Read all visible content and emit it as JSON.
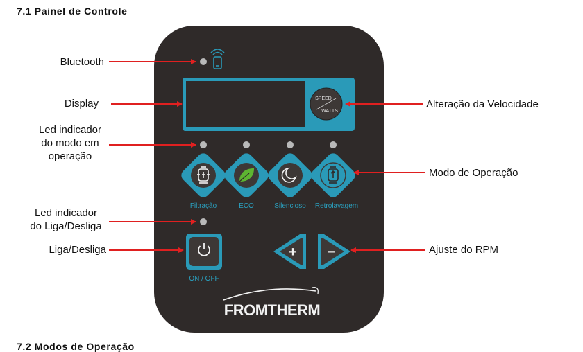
{
  "section": {
    "title": "7.1 Painel de Controle",
    "next_title": "7.2 Modos de Operação"
  },
  "callouts": {
    "bluetooth": "Bluetooth",
    "display": "Display",
    "mode_led_line1": "Led indicador",
    "mode_led_line2": "do modo em",
    "mode_led_line3": "operação",
    "power_led_line1": "Led indicador",
    "power_led_line2": "do Liga/Desliga",
    "power": "Liga/Desliga",
    "speed": "Alteração da Velocidade",
    "modes": "Modo de Operação",
    "rpm": "Ajuste do RPM"
  },
  "panel": {
    "speed_button_top": "SPEED",
    "speed_button_bottom": "WATTS",
    "modes": [
      {
        "label": "Filtração",
        "icon": "filter-icon"
      },
      {
        "label": "ECO",
        "icon": "leaf-icon"
      },
      {
        "label": "Silencioso",
        "icon": "moon-icon"
      },
      {
        "label": "Retrolavagem",
        "icon": "backwash-icon"
      }
    ],
    "power_label": "ON / OFF",
    "plus_symbol": "+",
    "minus_symbol": "−",
    "brand": "FROMTHERM"
  },
  "colors": {
    "panel": "#2f2a29",
    "accent": "#2a9ab8",
    "arrow": "#e02020",
    "led": "#b9b9b9",
    "leaf": "#5db531"
  }
}
